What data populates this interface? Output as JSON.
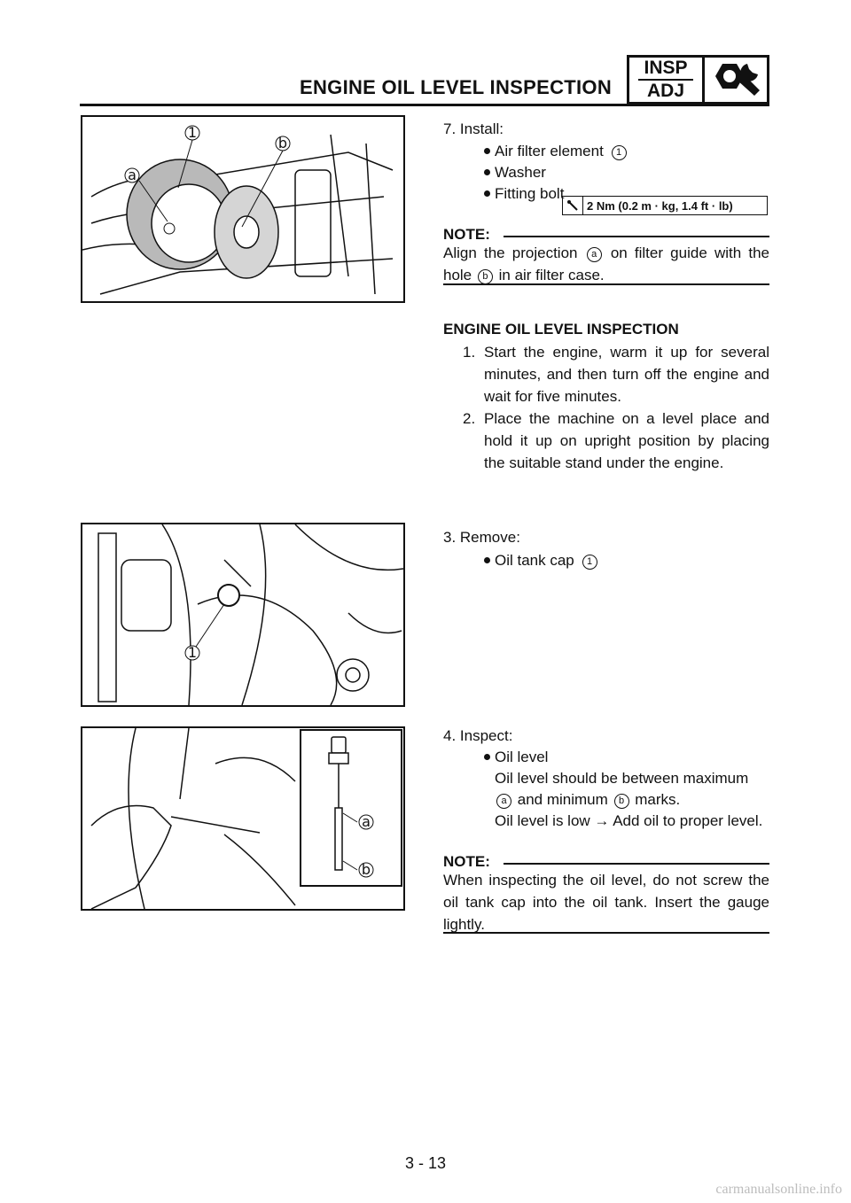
{
  "header": {
    "title": "ENGINE OIL LEVEL INSPECTION",
    "badge_top": "INSP",
    "badge_bottom": "ADJ",
    "badge_icon": "wrench-nut-icon"
  },
  "section1": {
    "step": "7. Install:",
    "bullets": [
      "Air filter element",
      "Washer",
      "Fitting bolt"
    ],
    "bullet1_ref": "1",
    "torque": "2 Nm (0.2 m · kg, 1.4 ft · lb)",
    "torque_icon": "torque-wrench-icon",
    "note_label": "NOTE:",
    "note_p1": "Align the projection",
    "note_ref_a": "a",
    "note_p2": "on filter guide with the hole",
    "note_ref_b": "b",
    "note_p3": "in air filter case."
  },
  "section2": {
    "heading": "ENGINE OIL LEVEL INSPECTION",
    "step1_num": "1.",
    "step1_text": "Start the engine, warm it up for several minutes, and then turn off the engine and wait for five minutes.",
    "step2_num": "2.",
    "step2_text": "Place the machine on a level place and hold it up on upright position by placing the suitable stand under the engine."
  },
  "section3": {
    "step": "3. Remove:",
    "bullet": "Oil tank cap",
    "bullet_ref": "1"
  },
  "section4": {
    "step": "4. Inspect:",
    "bullet": "Oil level",
    "line1": "Oil level should be between maximum",
    "ref_a": "a",
    "line2a": "and minimum",
    "ref_b": "b",
    "line2b": "marks.",
    "line3": "Oil level is low → Add oil to proper level.",
    "note_label": "NOTE:",
    "note_text": "When inspecting the oil level, do not screw the oil tank cap into the oil tank. Insert the gauge lightly."
  },
  "figures": {
    "fig1_labels": [
      "1",
      "a",
      "b"
    ],
    "fig2_labels": [
      "1"
    ],
    "fig3_labels": [
      "a",
      "b"
    ]
  },
  "footer": {
    "page": "3 - 13",
    "watermark": "carmanualsonline.info"
  }
}
